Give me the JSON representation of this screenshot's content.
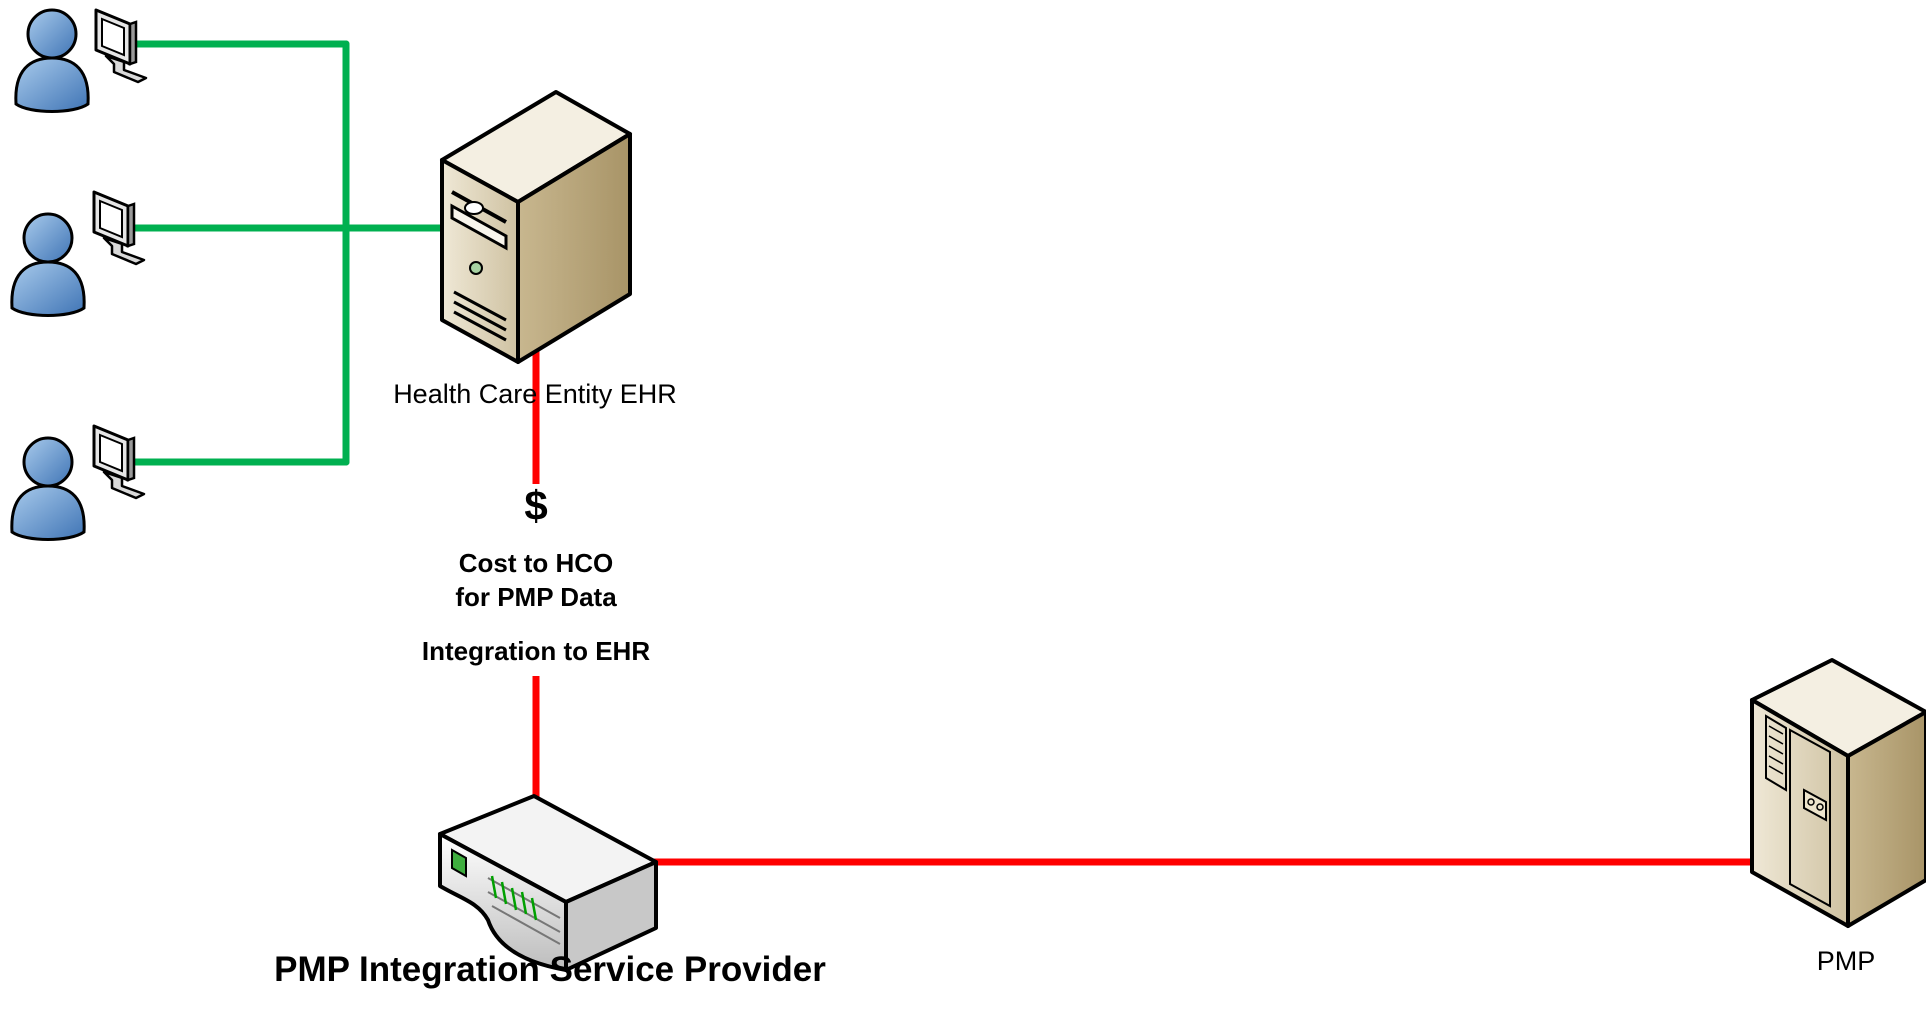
{
  "labels": {
    "ehr": "Health Care Entity EHR",
    "dollar": "$",
    "cost_line1": "Cost to HCO",
    "cost_line2": "for PMP Data",
    "integration": "Integration to EHR",
    "provider": "PMP Integration Service Provider",
    "pmp": "PMP"
  },
  "icons": {
    "users": [
      "user-icon",
      "user-icon",
      "user-icon"
    ],
    "workstations": [
      "monitor-icon",
      "monitor-icon",
      "monitor-icon"
    ],
    "ehr_server": "tower-server-icon",
    "integration_hub": "network-hub-icon",
    "pmp_server": "mainframe-server-icon"
  },
  "connections": {
    "local_network": {
      "color": "#00b050",
      "links": [
        "user-1 to ehr",
        "user-2 to ehr",
        "user-3 to ehr"
      ]
    },
    "pmp_data_path": {
      "color": "#ff0000",
      "links": [
        "ehr to provider",
        "provider to pmp"
      ]
    }
  },
  "colors": {
    "green_line": "#00b050",
    "red_line": "#ff0000",
    "user_fill": "#5b8ec9",
    "server_fill": "#d8ccaf"
  }
}
